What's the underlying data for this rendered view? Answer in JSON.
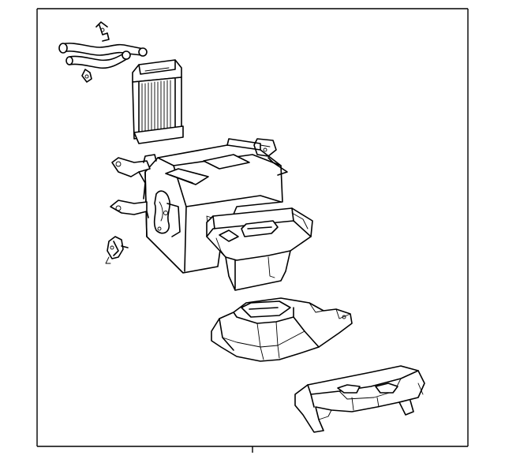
{
  "figure": {
    "background": "#ffffff",
    "line_color": "#000000",
    "parts": [
      "heater-hoses",
      "heater-core",
      "heater-unit-case",
      "mounting-bracket",
      "control-clip",
      "blend-door-housing",
      "lower-duct-cover",
      "floor-duct"
    ]
  }
}
